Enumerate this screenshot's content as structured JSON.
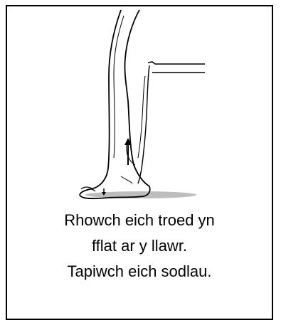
{
  "exercise": {
    "illustration_icon": "leg-heel-raise-icon",
    "caption_lines": [
      "Rhowch eich troed yn",
      "fflat ar y llawr.",
      "Tapiwch eich sodlau."
    ]
  },
  "colors": {
    "border": "#000000",
    "text": "#000000",
    "drawing": "#000000",
    "shadow": "#bdbdbd"
  }
}
